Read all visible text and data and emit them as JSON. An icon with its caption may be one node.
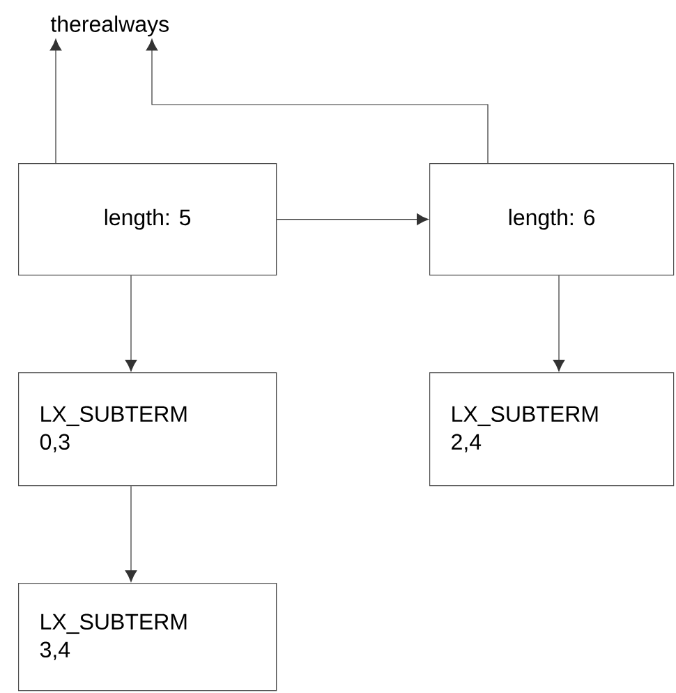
{
  "diagram": {
    "nodes": [
      {
        "text": [
          "therealways"
        ]
      },
      {
        "text": [
          "length:  5"
        ]
      },
      {
        "text": [
          "length:  6"
        ]
      },
      {
        "text": [
          "LX_SUBTERM",
          "0,3"
        ]
      },
      {
        "text": [
          "LX_SUBTERM",
          "2,4"
        ]
      },
      {
        "text": [
          "LX_SUBTERM",
          "3,4"
        ]
      }
    ],
    "edges": [
      {
        "from": 1,
        "to": 0,
        "arrow": "to"
      },
      {
        "from": 2,
        "to": 0,
        "arrow": "to"
      },
      {
        "from": 1,
        "to": 2,
        "arrow": "to"
      },
      {
        "from": 1,
        "to": 3,
        "arrow": "to"
      },
      {
        "from": 2,
        "to": 4,
        "arrow": "to"
      },
      {
        "from": 3,
        "to": 5,
        "arrow": "to"
      }
    ]
  }
}
